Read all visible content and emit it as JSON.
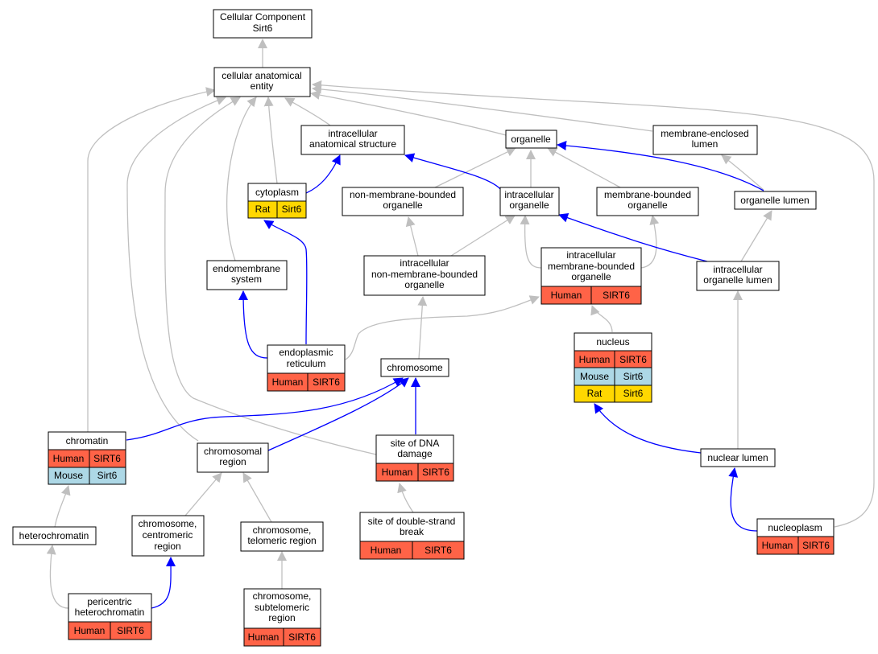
{
  "title": "Cellular Component Sirt6",
  "colors": {
    "human": "#ff6347",
    "mouse": "#add8e6",
    "rat": "#ffd700",
    "edge_is_a": "#bfbfbf",
    "edge_part_of": "#0000ff",
    "box_border": "#000000"
  },
  "nodes": {
    "root": {
      "lines": [
        "Cellular Component",
        "Sirt6"
      ]
    },
    "cae": {
      "lines": [
        "cellular anatomical",
        "entity"
      ]
    },
    "ias": {
      "lines": [
        "intracellular",
        "anatomical structure"
      ]
    },
    "organelle": {
      "lines": [
        "organelle"
      ]
    },
    "mel": {
      "lines": [
        "membrane-enclosed",
        "lumen"
      ]
    },
    "cytoplasm": {
      "lines": [
        "cytoplasm"
      ],
      "annotations": [
        [
          "Rat",
          "Sirt6"
        ]
      ]
    },
    "nmbo": {
      "lines": [
        "non-membrane-bounded",
        "organelle"
      ]
    },
    "io": {
      "lines": [
        "intracellular",
        "organelle"
      ]
    },
    "mbo": {
      "lines": [
        "membrane-bounded",
        "organelle"
      ]
    },
    "ol": {
      "lines": [
        "organelle lumen"
      ]
    },
    "es": {
      "lines": [
        "endomembrane",
        "system"
      ]
    },
    "inmbo": {
      "lines": [
        "intracellular",
        "non-membrane-bounded",
        "organelle"
      ]
    },
    "imbo": {
      "lines": [
        "intracellular",
        "membrane-bounded",
        "organelle"
      ],
      "annotations": [
        [
          "Human",
          "SIRT6"
        ]
      ]
    },
    "iol": {
      "lines": [
        "intracellular",
        "organelle lumen"
      ]
    },
    "nucleus": {
      "lines": [
        "nucleus"
      ],
      "annotations": [
        [
          "Human",
          "SIRT6"
        ],
        [
          "Mouse",
          "Sirt6"
        ],
        [
          "Rat",
          "Sirt6"
        ]
      ]
    },
    "er": {
      "lines": [
        "endoplasmic",
        "reticulum"
      ],
      "annotations": [
        [
          "Human",
          "SIRT6"
        ]
      ]
    },
    "chromosome": {
      "lines": [
        "chromosome"
      ]
    },
    "chromatin": {
      "lines": [
        "chromatin"
      ],
      "annotations": [
        [
          "Human",
          "SIRT6"
        ],
        [
          "Mouse",
          "Sirt6"
        ]
      ]
    },
    "cr": {
      "lines": [
        "chromosomal",
        "region"
      ]
    },
    "sdd": {
      "lines": [
        "site of DNA",
        "damage"
      ],
      "annotations": [
        [
          "Human",
          "SIRT6"
        ]
      ]
    },
    "nl": {
      "lines": [
        "nuclear lumen"
      ]
    },
    "het": {
      "lines": [
        "heterochromatin"
      ]
    },
    "ccr": {
      "lines": [
        "chromosome,",
        "centromeric",
        "region"
      ]
    },
    "ctr": {
      "lines": [
        "chromosome,",
        "telomeric region"
      ]
    },
    "sdsb": {
      "lines": [
        "site of double-strand",
        "break"
      ],
      "annotations": [
        [
          "Human",
          "SIRT6"
        ]
      ]
    },
    "np": {
      "lines": [
        "nucleoplasm"
      ],
      "annotations": [
        [
          "Human",
          "SIRT6"
        ]
      ]
    },
    "ph": {
      "lines": [
        "pericentric",
        "heterochromatin"
      ],
      "annotations": [
        [
          "Human",
          "SIRT6"
        ]
      ]
    },
    "cstr": {
      "lines": [
        "chromosome,",
        "subtelomeric",
        "region"
      ],
      "annotations": [
        [
          "Human",
          "SIRT6"
        ]
      ]
    }
  }
}
